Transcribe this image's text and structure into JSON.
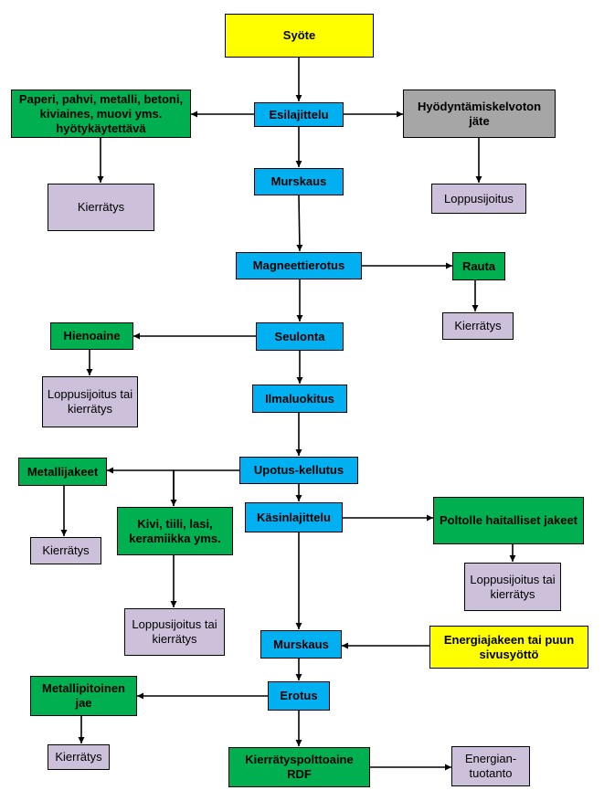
{
  "nodes": {
    "syote": "Syöte",
    "esilajittelu": "Esilajittelu",
    "paperi": "Paperi, pahvi, metalli, betoni, kiviaines, muovi yms. hyötykäytettävä",
    "kierratys1": "Kierrätys",
    "hyodyntamiskelvoton": "Hyödyntämiskelvoton jäte",
    "loppusijoitus1": "Loppusijoitus",
    "murskaus1": "Murskaus",
    "magneettierotus": "Magneettierotus",
    "rauta": "Rauta",
    "kierratys2": "Kierrätys",
    "seulonta": "Seulonta",
    "hienoaine": "Hienoaine",
    "loppusijoitus2": "Loppusijoitus tai kierrätys",
    "ilmaluokitus": "Ilmaluokitus",
    "upotus": "Upotus-kellutus",
    "metallijakeet": "Metallijakeet",
    "kierratys3": "Kierrätys",
    "kivi": "Kivi, tiili, lasi, keramiikka yms.",
    "loppusijoitus3": "Loppusijoitus tai kierrätys",
    "kasinlajittelu": "Käsinlajittelu",
    "poltolle": "Poltolle haitalliset jakeet",
    "loppusijoitus4": "Loppusijoitus tai kierrätys",
    "murskaus2": "Murskaus",
    "energiajakeen": "Energiajakeen tai puun sivusyöttö",
    "erotus": "Erotus",
    "metallipitoinen": "Metallipitoinen jae",
    "kierratys4": "Kierrätys",
    "rdf": "Kierrätyspolttoaine RDF",
    "energiantuotanto": "Energian-tuotanto"
  },
  "colors": {
    "process": "#00b0f0",
    "fraction": "#00b050",
    "input": "#ffff00",
    "waste": "#a6a6a6",
    "destination": "#ccc0da"
  }
}
